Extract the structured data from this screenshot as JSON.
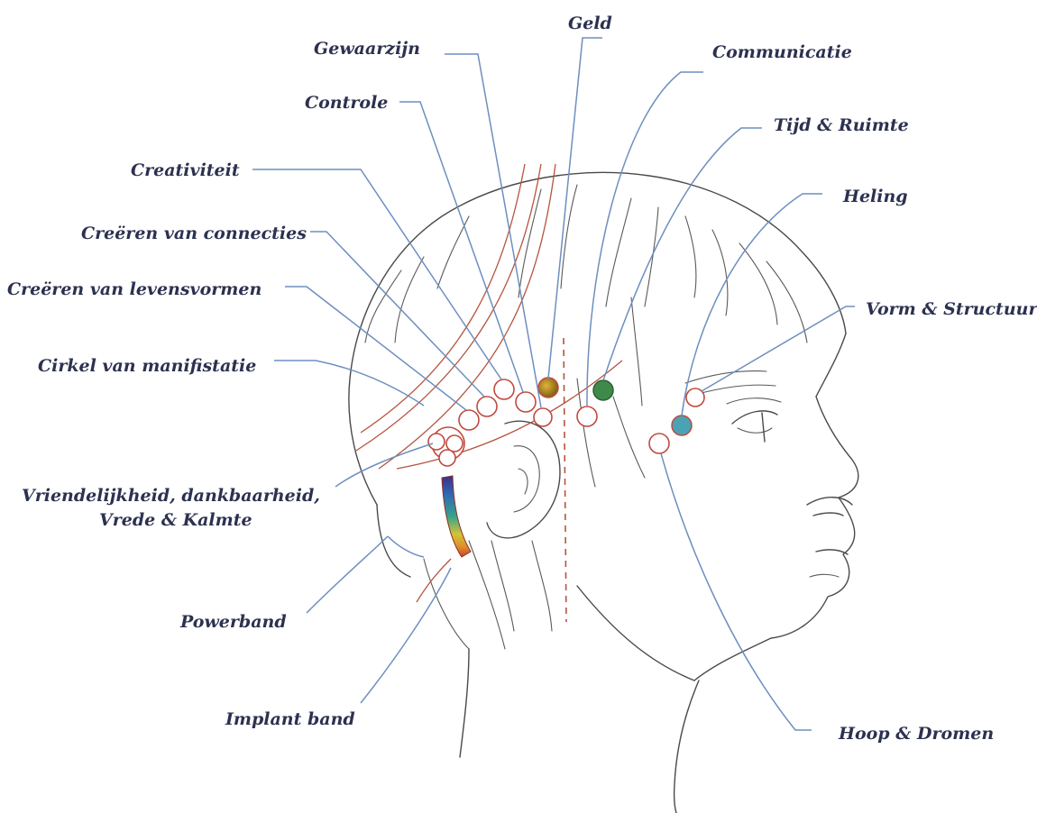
{
  "labels": {
    "geld": "Geld",
    "gewaarzijn": "Gewaarzijn",
    "communicatie": "Communicatie",
    "controle": "Controle",
    "tijd_ruimte": "Tijd & Ruimte",
    "creativiteit": "Creativiteit",
    "heling": "Heling",
    "creeren_connecties": "Creëren van connecties",
    "creeren_levensvormen": "Creëren van levensvormen",
    "vorm_structuur": "Vorm & Structuur",
    "cirkel_manifestatie": "Cirkel van manifistatie",
    "vriendelijkheid_1": "Vriendelijkheid, dankbaarheid,",
    "vriendelijkheid_2": "Vrede & Kalmte",
    "powerband": "Powerband",
    "implant_band": "Implant band",
    "hoop_dromen": "Hoop & Dromen"
  },
  "colors": {
    "label_text": "#2c3150",
    "leader_line": "#6d8fbf",
    "outline": "#4a4a4a",
    "red_line": "#b6543f",
    "point_geld": "#b58a1f",
    "point_communicatie": "#3f8a4a",
    "point_heling": "#4aa3b5"
  }
}
